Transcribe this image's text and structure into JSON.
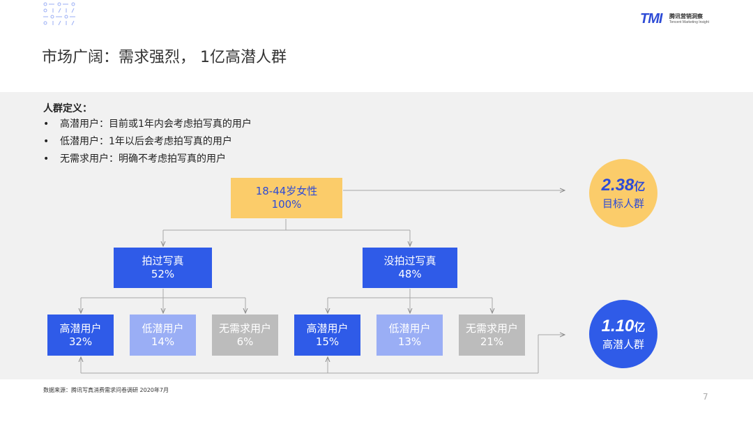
{
  "header": {
    "title": "市场广阔：需求强烈， 1亿高潜人群",
    "logo": {
      "mark": "TMI",
      "name_cn": "腾讯营销洞察",
      "name_en": "Tencent Marketing Insight"
    }
  },
  "definition": {
    "title": "人群定义：",
    "bullet_symbol": "•",
    "items": [
      "高潜用户：目前或1年内会考虑拍写真的用户",
      "低潜用户：1年以后会考虑拍写真的用户",
      "无需求用户：明确不考虑拍写真的用户"
    ]
  },
  "diagram": {
    "root": {
      "label": "18-44岁女性",
      "value": "100%"
    },
    "branches": [
      {
        "label": "拍过写真",
        "value": "52%",
        "children": [
          {
            "label": "高潜用户",
            "value": "32%"
          },
          {
            "label": "低潜用户",
            "value": "14%"
          },
          {
            "label": "无需求用户",
            "value": "6%"
          }
        ]
      },
      {
        "label": "没拍过写真",
        "value": "48%",
        "children": [
          {
            "label": "高潜用户",
            "value": "15%"
          },
          {
            "label": "低潜用户",
            "value": "13%"
          },
          {
            "label": "无需求用户",
            "value": "21%"
          }
        ]
      }
    ],
    "target": {
      "number": "2.38",
      "unit": "亿",
      "label": "目标人群"
    },
    "high_potential": {
      "number": "1.10",
      "unit": "亿",
      "label": "高潜人群"
    }
  },
  "colors": {
    "accent_blue": "#2f5be8",
    "light_blue": "#9aaef5",
    "gray": "#bcbcbc",
    "yellow": "#fbcc6a",
    "band_bg": "#f1f1f1"
  },
  "footer": {
    "source": "数据来源：腾讯写真消费需求问卷调研 2020年7月",
    "page_number": "7"
  }
}
